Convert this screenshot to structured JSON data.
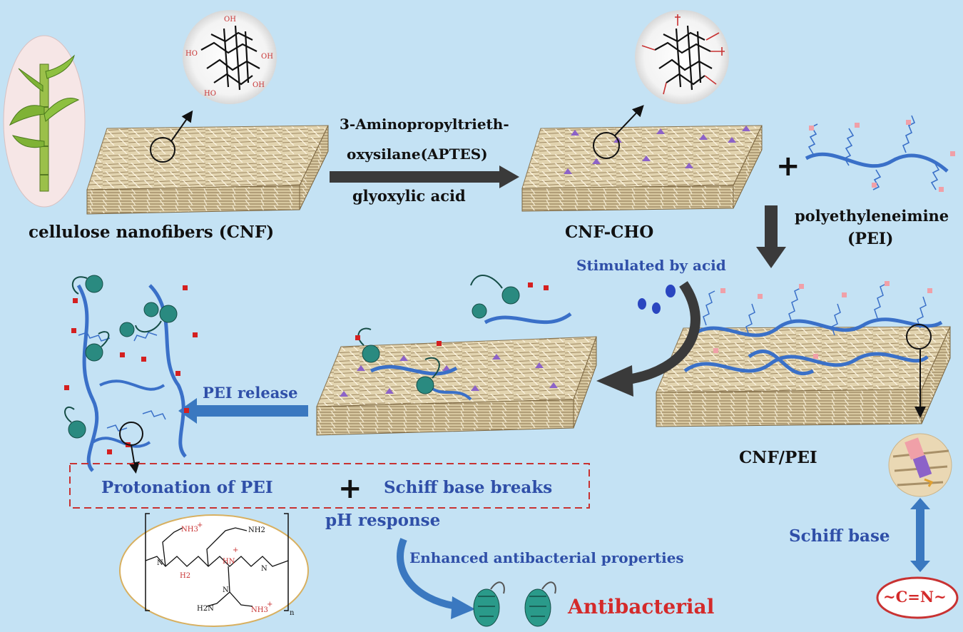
{
  "labels": {
    "cnf": "cellulose nanofibers (CNF)",
    "reagent_line1": "3-Aminopropyltrieth-",
    "reagent_line2": "oxysilane(APTES)",
    "reagent_line3": "glyoxylic acid",
    "cnf_cho": "CNF-CHO",
    "plus_top": "+",
    "pei_line1": "polyethyleneimine",
    "pei_line2": "(PEI)",
    "stimulated": "Stimulated by acid",
    "pei_release": "PEI release",
    "cnf_pei": "CNF/PEI",
    "protonation": "Protonation of PEI",
    "plus_mid": "+",
    "schiff_breaks": "Schiff base breaks",
    "ph_response": "pH response",
    "enhanced": "Enhanced antibacterial properties",
    "antibacterial": "Antibacterial",
    "schiff_base": "Schiff base",
    "cn_bond": "~C=N~"
  },
  "chem": {
    "oh": "OH",
    "ho": "HO",
    "nh3": "NH3",
    "nh2": "NH2",
    "hn": "HN",
    "h2n": "H2N",
    "n": "N",
    "h2": "H2",
    "plus": "+",
    "subscript_n": "n"
  },
  "colors": {
    "background": "#c4e2f4",
    "arrow_dark": "#3a3a3a",
    "arrow_blue": "#3a78c0",
    "label_blue": "#2f4fa8",
    "label_red": "#d42a2a",
    "dash_box": "#c83232",
    "pei_chain": "#3a70c8",
    "bacteria": "#2a8a80"
  }
}
